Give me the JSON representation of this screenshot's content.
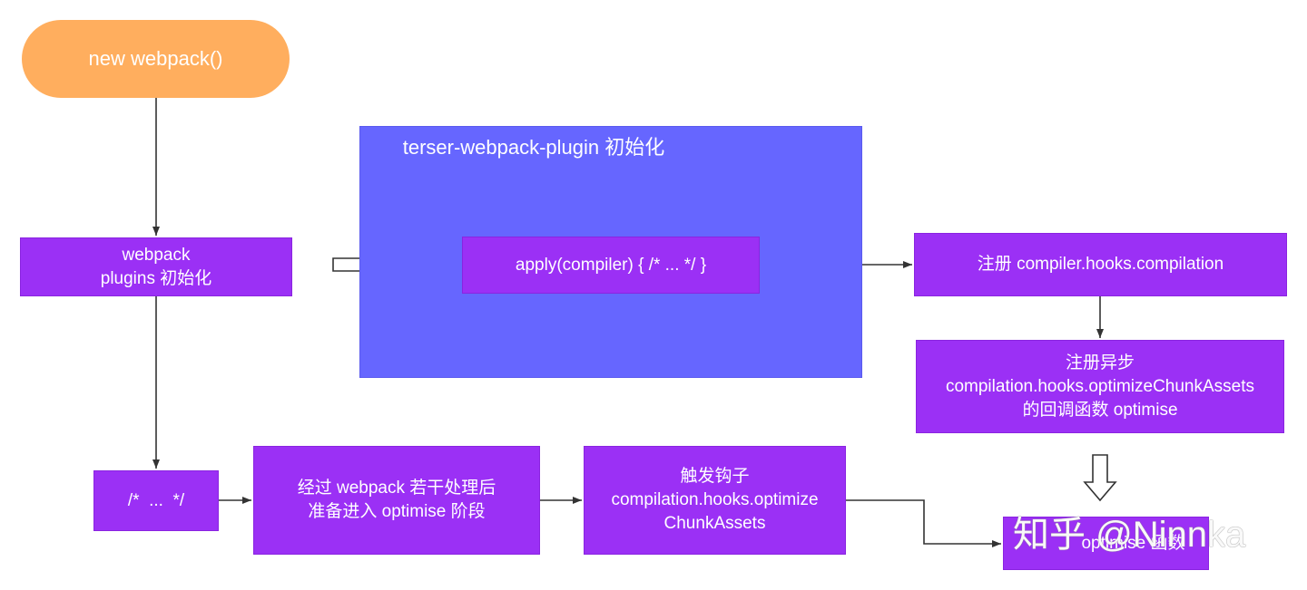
{
  "nodes": {
    "start": "new webpack()",
    "plugins_line1": "webpack",
    "plugins_line2": "plugins 初始化",
    "terser_title": "terser-webpack-plugin 初始化",
    "apply": "apply(compiler) { /* ... */ }",
    "register_compilation": "注册 compiler.hooks.compilation",
    "register_async_line1": "注册异步",
    "register_async_line2": "compilation.hooks.optimizeChunkAssets",
    "register_async_line3": "的回调函数 optimise",
    "ellipsis": "/*  ...  */",
    "process_line1": "经过 webpack 若干处理后",
    "process_line2": "准备进入 optimise 阶段",
    "trigger_line1": "触发钩子",
    "trigger_line2": "compilation.hooks.optimize",
    "trigger_line3": "ChunkAssets",
    "optimise": "optimise 函数"
  },
  "watermark": "知乎 @Ninnka",
  "colors": {
    "start": "#ffae5e",
    "process": "#9b30f5",
    "group": "#6666ff",
    "connector": "#333333"
  }
}
